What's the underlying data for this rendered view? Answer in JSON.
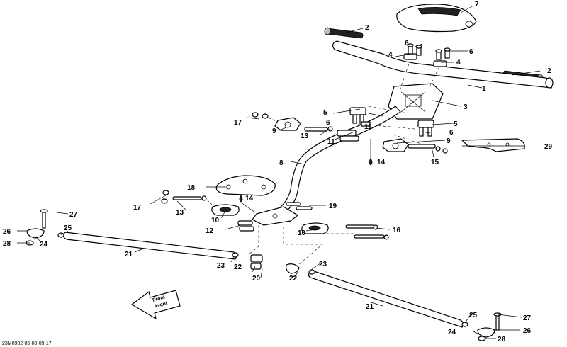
{
  "diagram": {
    "reference_code": "23M0902-05-00-09-17",
    "direction_arrow": {
      "label_top": "Front",
      "label_bottom": "Avant"
    },
    "callouts": {
      "c1": "1",
      "c2a": "2",
      "c2b": "2",
      "c3": "3",
      "c4a": "4",
      "c4b": "4",
      "c5a": "5",
      "c5b": "5",
      "c6a": "6",
      "c6b": "6",
      "c6c": "6",
      "c6d": "6",
      "c7": "7",
      "c8": "8",
      "c9a": "9",
      "c9b": "9",
      "c10a": "10",
      "c10b": "10",
      "c11a": "11",
      "c11b": "11",
      "c12": "12",
      "c13a": "13",
      "c13b": "13",
      "c14a": "14",
      "c14b": "14",
      "c15": "15",
      "c16": "16",
      "c17a": "17",
      "c17b": "17",
      "c18": "18",
      "c19": "19",
      "c20": "20",
      "c21a": "21",
      "c21b": "21",
      "c22a": "22",
      "c22b": "22",
      "c23a": "23",
      "c23b": "23",
      "c24a": "24",
      "c24b": "24",
      "c25a": "25",
      "c25b": "25",
      "c26a": "26",
      "c26b": "26",
      "c27a": "27",
      "c27b": "27",
      "c28a": "28",
      "c28b": "28",
      "c29": "29"
    }
  }
}
